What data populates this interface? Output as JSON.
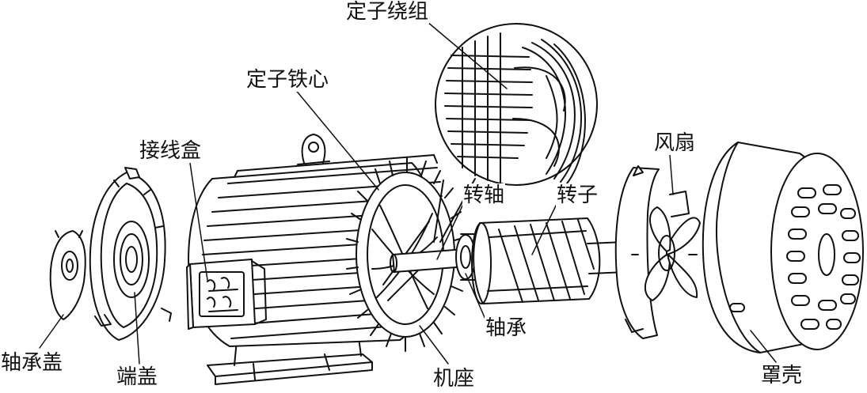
{
  "labels": {
    "stator_winding": "定子绕组",
    "stator_core": "定子铁心",
    "terminal_box": "接线盒",
    "fan": "风扇",
    "shaft": "转轴",
    "rotor": "转子",
    "bearing": "轴承",
    "bearing_cap": "轴承盖",
    "end_cover": "端盖",
    "frame": "机座",
    "fan_cover": "罩壳"
  },
  "colors": {
    "ink": "#111111",
    "paper": "#ffffff"
  }
}
